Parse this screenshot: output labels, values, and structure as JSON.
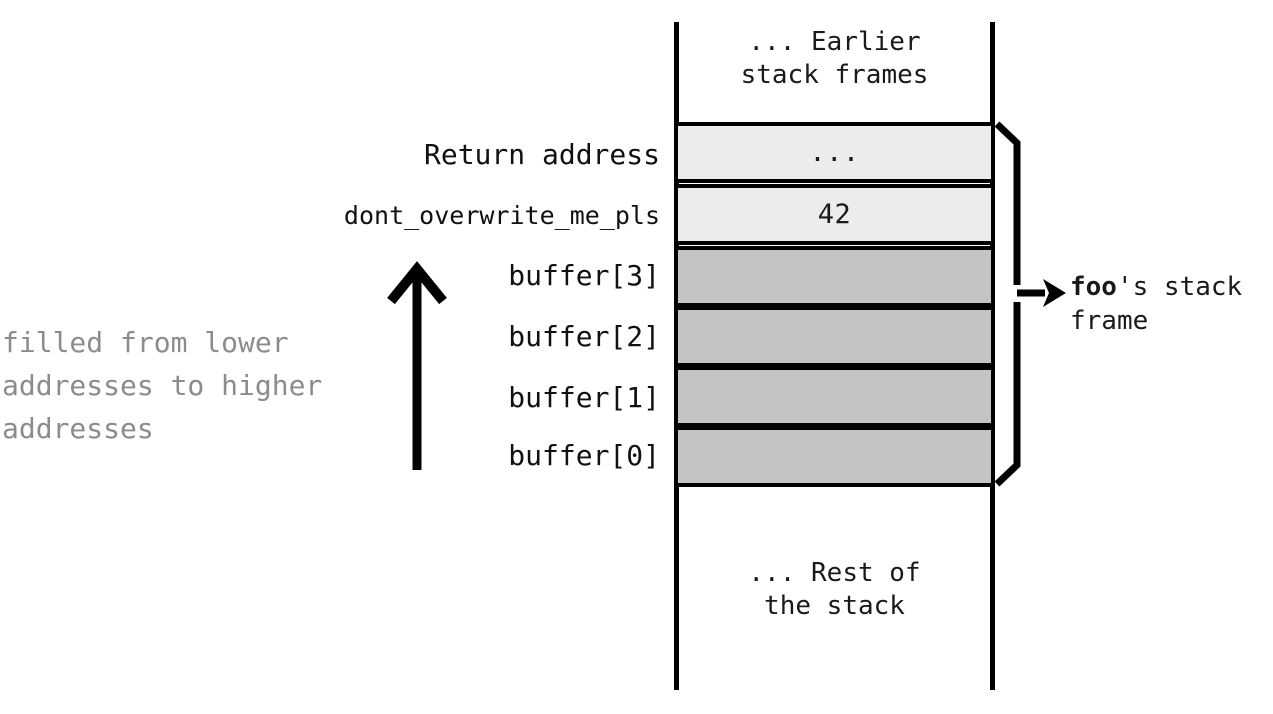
{
  "diagram": {
    "title_top": "... Earlier\nstack frames",
    "title_bottom": "... Rest of\nthe stack",
    "growth_note": "filled from lower\naddresses to higher\naddresses",
    "frame_bracket_label_bold": "foo",
    "frame_bracket_label_rest": "'s stack frame",
    "colors": {
      "saved_cell_fill": "#ececec",
      "buffer_cell_fill": "#c4c4c4",
      "line": "#000000",
      "note_text": "#8c8c8c",
      "body_text": "#1a1a1a"
    },
    "rows": [
      {
        "label": "Return address",
        "value": "...",
        "fill": "light",
        "small_label": false
      },
      {
        "label": "dont_overwrite_me_pls",
        "value": "42",
        "fill": "light",
        "small_label": true
      },
      {
        "label": "buffer[3]",
        "value": "",
        "fill": "dark",
        "small_label": false
      },
      {
        "label": "buffer[2]",
        "value": "",
        "fill": "dark",
        "small_label": false
      },
      {
        "label": "buffer[1]",
        "value": "",
        "fill": "dark",
        "small_label": false
      },
      {
        "label": "buffer[0]",
        "value": "",
        "fill": "dark",
        "small_label": false
      }
    ]
  }
}
